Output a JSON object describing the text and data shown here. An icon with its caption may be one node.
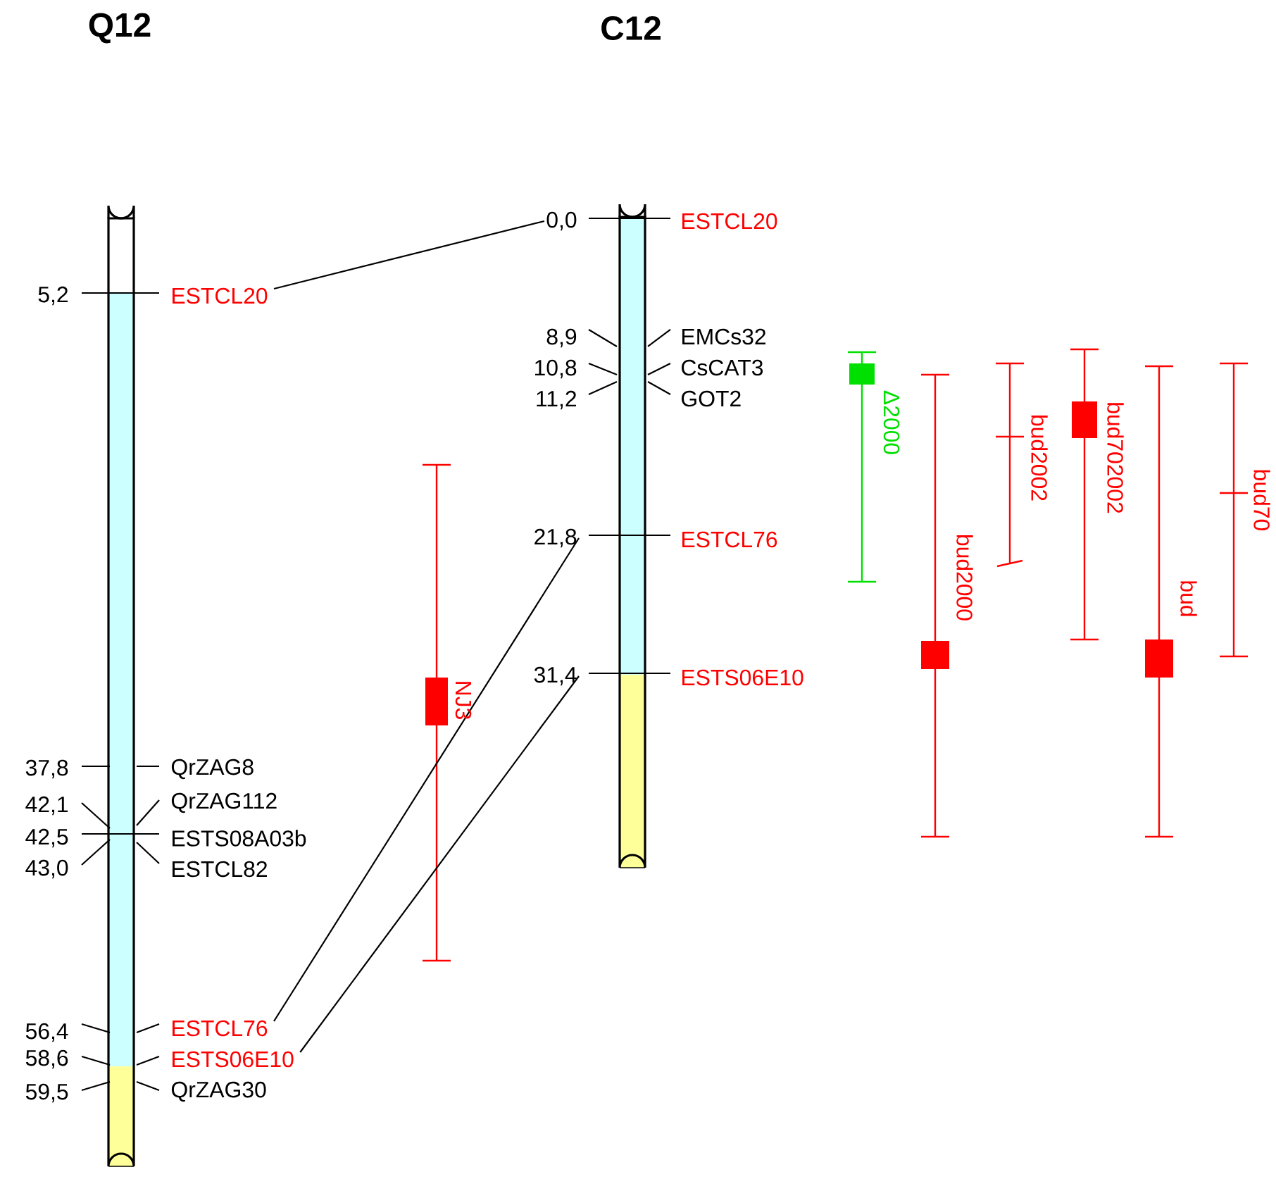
{
  "diagram": {
    "nodes": [
      {
        "text": [
          "ESTCL20"
        ]
      },
      {
        "text": [
          "0,0"
        ]
      },
      {
        "text": [
          "ESTCL76"
        ]
      },
      {
        "text": [
          "21,8"
        ]
      },
      {
        "text": [
          "ESTS06E10"
        ]
      },
      {
        "text": [
          "31,4"
        ]
      }
    ],
    "edges": [
      {
        "from": 0,
        "to": 1,
        "arrow": "none"
      },
      {
        "from": 2,
        "to": 3,
        "arrow": "none"
      },
      {
        "from": 4,
        "to": 5,
        "arrow": "none"
      }
    ],
    "labels": [
      "Q12",
      "C12",
      "5,2",
      "37,8",
      "QrZAG8",
      "42,1",
      "QrZAG112",
      "42,5",
      "ESTS08A03b",
      "43,0",
      "ESTCL82",
      "56,4",
      "58,6",
      "59,5",
      "QrZAG30",
      "ESTCL20",
      "8,9",
      "EMCs32",
      "10,8",
      "CsCAT3",
      "11,2",
      "GOT2",
      "ESTCL76",
      "ESTS06E10",
      "NJ3",
      "Δ2000",
      "bud2000",
      "bud2002",
      "bud702002",
      "bud",
      "bud70"
    ]
  }
}
